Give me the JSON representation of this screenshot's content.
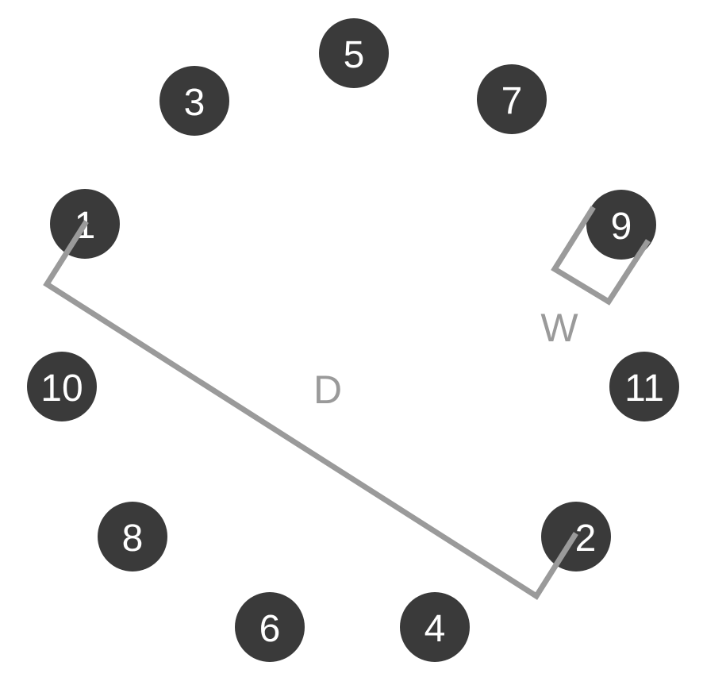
{
  "targets": [
    {
      "label": "1"
    },
    {
      "label": "2"
    },
    {
      "label": "3"
    },
    {
      "label": "4"
    },
    {
      "label": "5"
    },
    {
      "label": "6"
    },
    {
      "label": "7"
    },
    {
      "label": "8"
    },
    {
      "label": "9"
    },
    {
      "label": "10"
    },
    {
      "label": "11"
    }
  ],
  "measures": {
    "distance_label": "D",
    "width_label": "W"
  },
  "colors": {
    "target_fill": "#3a3a3a",
    "target_text": "#ffffff",
    "measure_line": "#9a9a9a",
    "background": "#ffffff"
  }
}
